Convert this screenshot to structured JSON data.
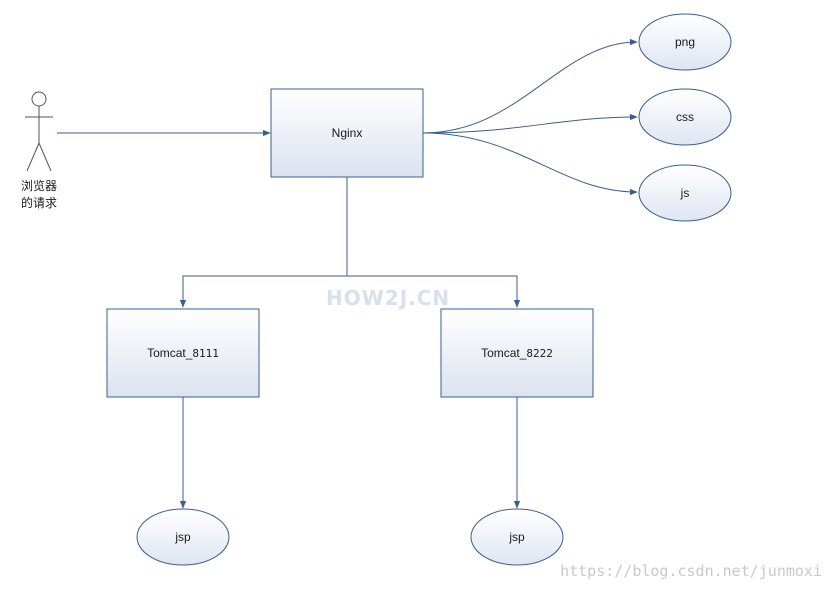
{
  "actor": {
    "label_line1": "浏览器",
    "label_line2": "的请求"
  },
  "nginx": {
    "label": "Nginx"
  },
  "static_resources": [
    "png",
    "css",
    "js"
  ],
  "tomcats": [
    {
      "name": "Tomcat_",
      "port": "8111",
      "resource": "jsp"
    },
    {
      "name": "Tomcat_",
      "port": "8222",
      "resource": "jsp"
    }
  ],
  "watermarks": {
    "logo": "HOW2J.CN",
    "url": "https://blog.csdn.net/junmoxi"
  },
  "colors": {
    "box_top": "#ffffff",
    "box_bottom": "#dbe3ef",
    "line": "#3a5f8f",
    "border": "#3a5f8f"
  }
}
